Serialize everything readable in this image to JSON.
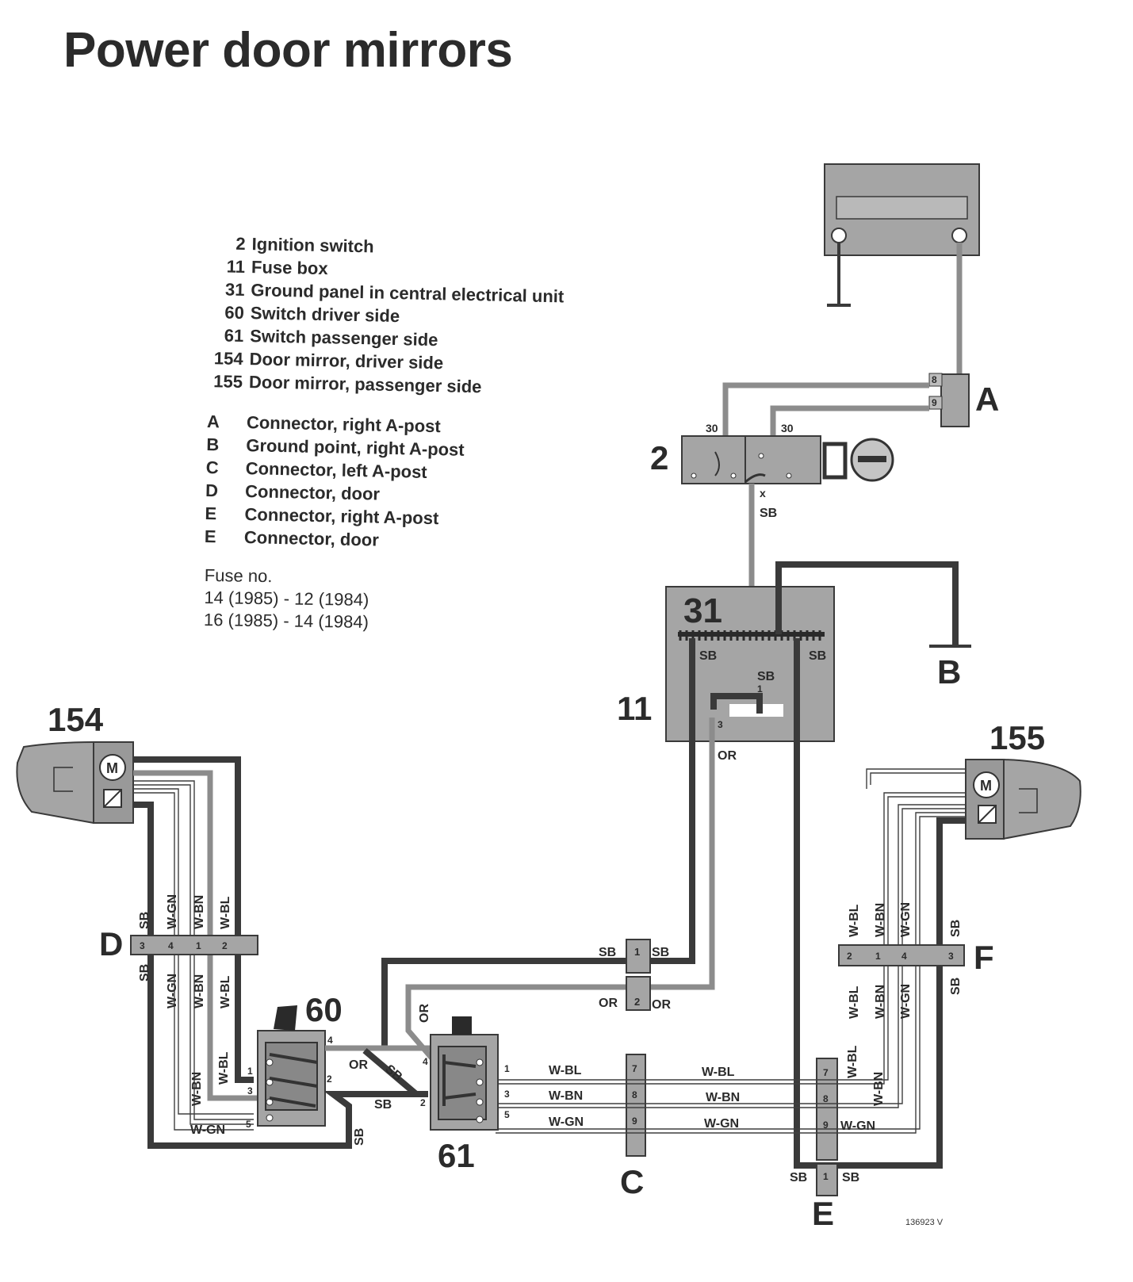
{
  "title": "Power door mirrors",
  "legend_components": [
    {
      "num": "2",
      "text": "Ignition switch"
    },
    {
      "num": "11",
      "text": "Fuse box"
    },
    {
      "num": "31",
      "text": "Ground panel in central electrical unit"
    },
    {
      "num": "60",
      "text": "Switch driver side"
    },
    {
      "num": "61",
      "text": "Switch passenger side"
    },
    {
      "num": "154",
      "text": "Door mirror, driver side"
    },
    {
      "num": "155",
      "text": "Door mirror, passenger side"
    }
  ],
  "legend_connectors": [
    {
      "letter": "A",
      "text": "Connector, right A-post"
    },
    {
      "letter": "B",
      "text": "Ground point, right A-post"
    },
    {
      "letter": "C",
      "text": "Connector, left A-post"
    },
    {
      "letter": "D",
      "text": "Connector, door"
    },
    {
      "letter": "E",
      "text": "Connector, right A-post"
    },
    {
      "letter": "E",
      "text": "Connector, door"
    }
  ],
  "fuse": {
    "heading": "Fuse no.",
    "lines": [
      "14 (1985) - 12 (1984)",
      "16 (1985) - 14 (1984)"
    ]
  },
  "diagram": {
    "component_labels": {
      "ignition": "2",
      "fusebox": "11",
      "ground_panel": "31",
      "switch_driver": "60",
      "switch_passenger": "61",
      "mirror_driver": "154",
      "mirror_passenger": "155"
    },
    "connector_labels": {
      "A": "A",
      "B": "B",
      "C": "C",
      "D": "D",
      "E": "E",
      "F": "F"
    },
    "wire_colors": {
      "sb": "SB",
      "or": "OR",
      "w_bl": "W-BL",
      "w_bn": "W-BN",
      "w_gn": "W-GN",
      "x": "x"
    },
    "pins": {
      "a_8": "8",
      "a_9": "9",
      "ign_30a": "30",
      "ign_30b": "30",
      "fuse_1": "1",
      "fuse_3": "3",
      "d_3": "3",
      "d_4": "4",
      "d_1": "1",
      "d_2": "2",
      "f_2": "2",
      "f_1": "1",
      "f_4": "4",
      "f_3": "3",
      "c_7": "7",
      "c_8": "8",
      "c_9": "9",
      "e_7": "7",
      "e_8": "8",
      "e_9": "9",
      "c1_1": "1",
      "c2_2": "2",
      "e_1": "1",
      "s60_1": "1",
      "s60_2": "2",
      "s60_3": "3",
      "s60_4": "4",
      "s60_5": "5",
      "s61_1": "1",
      "s61_2": "2",
      "s61_3": "3",
      "s61_4": "4",
      "s61_5": "5"
    },
    "motor_symbol": "M",
    "ref_code": "136923 V"
  },
  "colors": {
    "wire_sb": "#3a3a3a",
    "wire_or": "#8c8c8c",
    "component_fill": "#a5a5a5"
  }
}
